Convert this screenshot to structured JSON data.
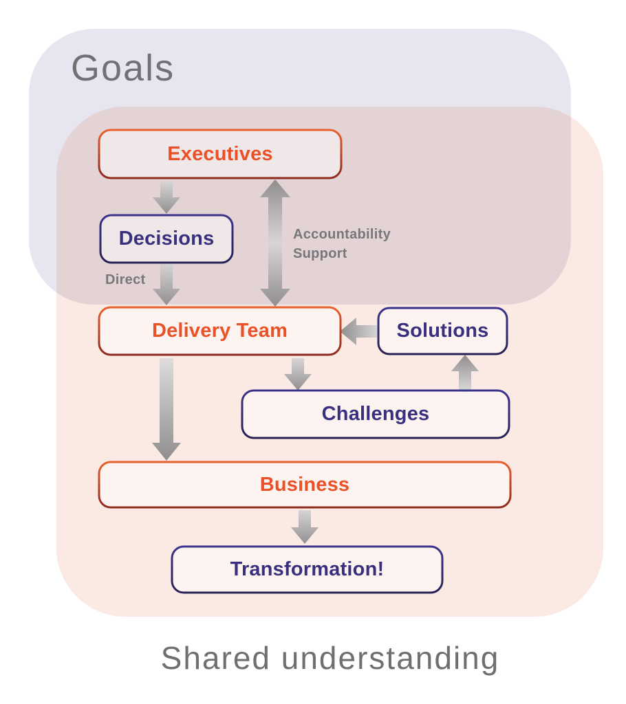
{
  "diagram": {
    "regions": {
      "goals": {
        "label": "Goals",
        "color": "#e7e6f0"
      },
      "shared": {
        "label": "Shared understanding",
        "color": "#fbeae3"
      }
    },
    "nodes": {
      "executives": {
        "label": "Executives",
        "style": "orange"
      },
      "decisions": {
        "label": "Decisions",
        "style": "navy"
      },
      "delivery_team": {
        "label": "Delivery Team",
        "style": "orange"
      },
      "solutions": {
        "label": "Solutions",
        "style": "navy"
      },
      "challenges": {
        "label": "Challenges",
        "style": "navy"
      },
      "business": {
        "label": "Business",
        "style": "orange"
      },
      "transformation": {
        "label": "Transformation!",
        "style": "navy"
      }
    },
    "edge_labels": {
      "direct": "Direct",
      "accountability": "Accountability",
      "support": "Support"
    },
    "edges": [
      "executives -> decisions",
      "decisions -> delivery_team (Direct)",
      "delivery_team <-> executives (Accountability / Support)",
      "solutions -> delivery_team",
      "delivery_team -> challenges",
      "challenges -> solutions",
      "delivery_team -> business",
      "business -> transformation"
    ],
    "colors": {
      "orange_text": "#ea5128",
      "orange_border_top": "#e8602f",
      "orange_border_bottom": "#8e2a1e",
      "navy_border_top": "#3a338c",
      "navy_border_bottom": "#262055",
      "navy_text": "#38307f",
      "gray_label_text": "#76777a",
      "region_title_text": "#717175",
      "arrow_light": "#d6d4d4",
      "arrow_dark": "#929090"
    }
  }
}
